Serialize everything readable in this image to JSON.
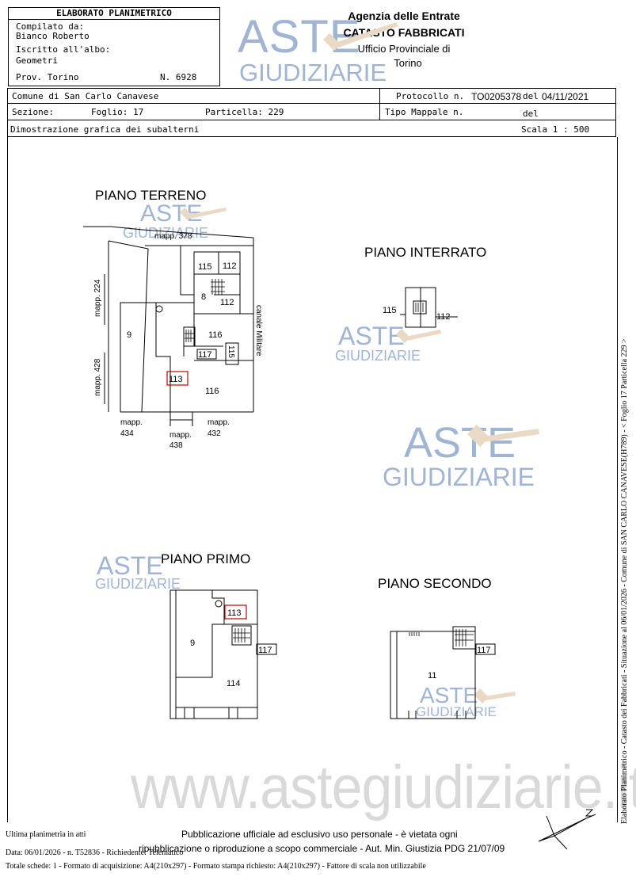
{
  "header": {
    "title": "ELABORATO PLANIMETRICO",
    "compilato_label": "Compilato da:",
    "compilato_name": "Bianco Roberto",
    "iscritto_label": "Iscritto all'albo:",
    "iscritto_value": "Geometri",
    "prov": "Prov. Torino",
    "numero": "N. 6928",
    "agency_line1": "Agenzia delle Entrate",
    "agency_line2": "CATASTO FABBRICATI",
    "agency_line3": "Ufficio Provinciale di",
    "agency_line4": "Torino"
  },
  "info": {
    "comune": "Comune di San Carlo Canavese",
    "protocollo_label": "Protocollo n.",
    "protocollo_value": "TO0205378",
    "protocollo_del": "del",
    "protocollo_date": "04/11/2021",
    "sezione": "Sezione:",
    "foglio": "Foglio: 17",
    "particella": "Particella: 229",
    "tipo_mappale": "Tipo Mappale n.",
    "tipo_del": "del",
    "dimostrazione": "Dimostrazione grafica dei subalterni",
    "scala": "Scala 1 : 500"
  },
  "watermark": {
    "aste": "ASTE",
    "giudiziarie": "GIUDIZIARIE",
    "site": "www.astegiudiziarie.it"
  },
  "plans": {
    "terreno": {
      "title": "PIANO TERRENO",
      "labels": {
        "mapp378": "mapp. 378",
        "mapp224": "mapp. 224",
        "mapp428": "mapp. 428",
        "canale": "canale Militare",
        "mapp434_a": "mapp.",
        "mapp434_b": "434",
        "mapp438_a": "mapp.",
        "mapp438_b": "438",
        "mapp432_a": "mapp.",
        "mapp432_b": "432",
        "u9": "9",
        "u8": "8",
        "u115a": "115",
        "u112a": "112",
        "u112b": "112",
        "u116a": "116",
        "u116b": "116",
        "u117": "117",
        "u115b": "115",
        "u113": "113"
      }
    },
    "interrato": {
      "title": "PIANO INTERRATO",
      "u115": "115",
      "u112": "112"
    },
    "primo": {
      "title": "PIANO PRIMO",
      "u113": "113",
      "u9": "9",
      "u117": "117",
      "u114": "114"
    },
    "secondo": {
      "title": "PIANO SECONDO",
      "u117": "117",
      "u11": "11"
    }
  },
  "footer": {
    "ultima": "Ultima planimetria in atti",
    "data": "Data: 06/01/2026 - n. T52836 - Richiedente: Telematico",
    "totale": "Totale schede: 1 - Formato di acquisizione: A4(210x297)  - Formato stampa richiesto: A4(210x297) - Fattore di scala non utilizzabile",
    "pubblicazione1": "Pubblicazione ufficiale ad esclusivo uso personale - è vietata ogni",
    "pubblicazione2": "ripubblicazione o riproduzione a scopo commerciale - Aut. Min. Giustizia PDG 21/07/09",
    "side": "Elaborato Planimetrico - Catasto dei Fabbricati - Situazione al 06/01/2026 - Comune di SAN CARLO CANAVESE(H789) - < Foglio 17 Particella 229 >"
  }
}
